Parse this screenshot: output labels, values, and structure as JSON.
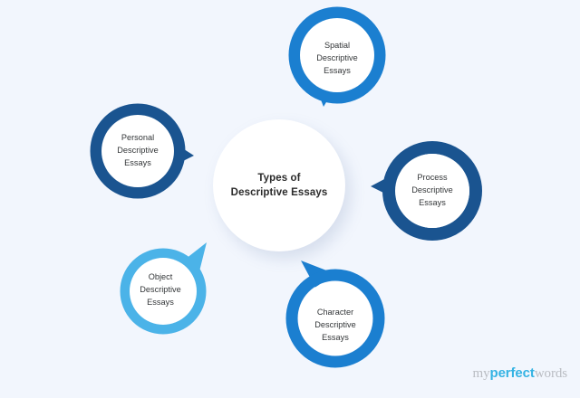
{
  "background_color": "#f2f6fd",
  "hub": {
    "line1": "Types of",
    "line2": "Descriptive Essays",
    "fill": "#ffffff",
    "text_color": "#2b2b2b"
  },
  "nodes": [
    {
      "id": "spatial",
      "line1": "Spatial",
      "line2": "Descriptive",
      "line3": "Essays",
      "ring_color": "#1b7fd0",
      "fill": "#ffffff",
      "tail": "bottom-left"
    },
    {
      "id": "personal",
      "line1": "Personal",
      "line2": "Descriptive",
      "line3": "Essays",
      "ring_color": "#1a5490",
      "fill": "#ffffff",
      "tail": "right"
    },
    {
      "id": "process",
      "line1": "Process",
      "line2": "Descriptive",
      "line3": "Essays",
      "ring_color": "#1a5490",
      "fill": "#ffffff",
      "tail": "left"
    },
    {
      "id": "object",
      "line1": "Object",
      "line2": "Descriptive",
      "line3": "Essays",
      "ring_color": "#4bb3e8",
      "fill": "#ffffff",
      "tail": "top-right"
    },
    {
      "id": "character",
      "line1": "Character",
      "line2": "Descriptive",
      "line3": "Essays",
      "ring_color": "#1b7fd0",
      "fill": "#ffffff",
      "tail": "top-left"
    }
  ],
  "logo": {
    "part1": "my",
    "part2": "perfect",
    "part3": "words",
    "accent_color": "#35b3e3",
    "muted_color": "#b9bcc2"
  }
}
